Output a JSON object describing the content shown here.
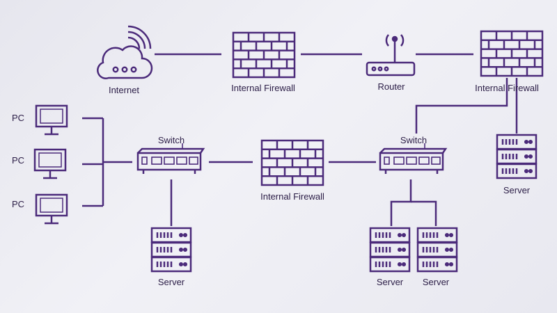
{
  "colors": {
    "accent": "#4b2a7a",
    "text": "#2b1d46",
    "background": "#ececf2"
  },
  "nodes": {
    "internet": {
      "label": "Internet",
      "icon": "cloud-wifi-icon"
    },
    "firewall_top": {
      "label": "Internal Firewall",
      "icon": "firewall-icon"
    },
    "router": {
      "label": "Router",
      "icon": "router-icon"
    },
    "firewall_top_right": {
      "label": "Internal Firewall",
      "icon": "firewall-icon"
    },
    "pc_1": {
      "label": "PC",
      "icon": "monitor-icon"
    },
    "pc_2": {
      "label": "PC",
      "icon": "monitor-icon"
    },
    "pc_3": {
      "label": "PC",
      "icon": "monitor-icon"
    },
    "switch_left": {
      "label": "Switch",
      "icon": "switch-icon"
    },
    "firewall_middle": {
      "label": "Internal Firewall",
      "icon": "firewall-icon"
    },
    "switch_right": {
      "label": "Switch",
      "icon": "switch-icon"
    },
    "server_right": {
      "label": "Server",
      "icon": "server-icon"
    },
    "server_left": {
      "label": "Server",
      "icon": "server-icon"
    },
    "server_bottom_1": {
      "label": "Server",
      "icon": "server-icon"
    },
    "server_bottom_2": {
      "label": "Server",
      "icon": "server-icon"
    }
  }
}
